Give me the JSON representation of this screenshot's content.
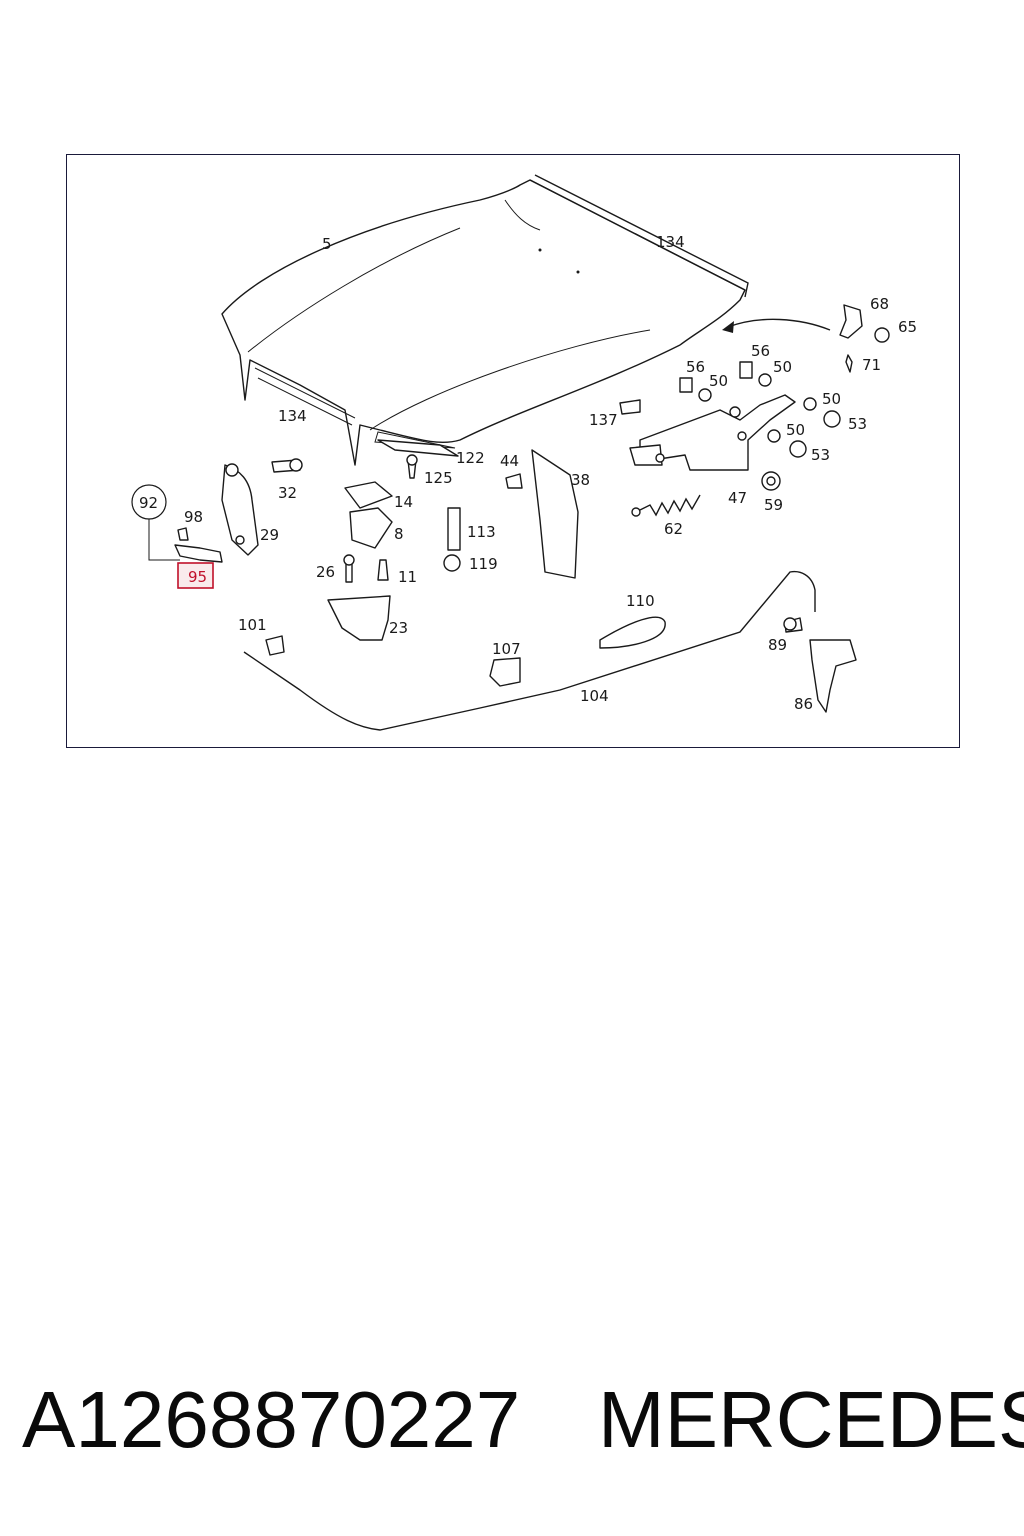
{
  "diagram": {
    "labels": {
      "l5": "5",
      "l134a": "134",
      "l134b": "134",
      "l68": "68",
      "l65": "65",
      "l71": "71",
      "l56a": "56",
      "l56b": "56",
      "l50a": "50",
      "l50b": "50",
      "l50c": "50",
      "l50d": "50",
      "l53a": "53",
      "l53b": "53",
      "l137": "137",
      "l47": "47",
      "l59": "59",
      "l62": "62",
      "l122": "122",
      "l125": "125",
      "l44": "44",
      "l38": "38",
      "l32": "32",
      "l14": "14",
      "l29": "29",
      "l8": "8",
      "l113": "113",
      "l119": "119",
      "l92": "92",
      "l98": "98",
      "l95": "95",
      "l26": "26",
      "l11": "11",
      "l23": "23",
      "l101": "101",
      "l110": "110",
      "l107": "107",
      "l104": "104",
      "l89": "89",
      "l86": "86"
    },
    "highlighted_part": "95",
    "highlight_color": "#c0102a"
  },
  "footer": {
    "part_number": "A1268870227",
    "brand": "MERCEDES"
  }
}
